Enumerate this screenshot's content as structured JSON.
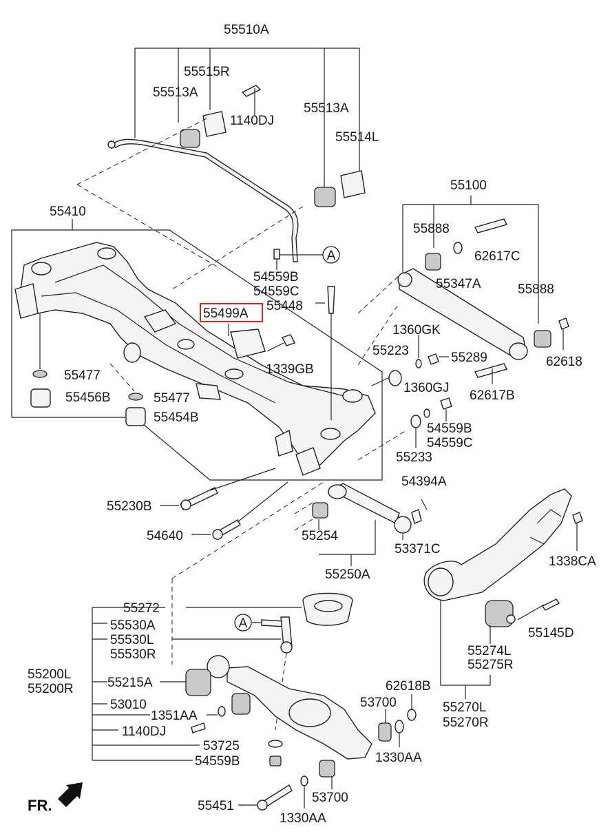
{
  "labels": {
    "p55510A": "55510A",
    "p55515R": "55515R",
    "p55513A_1": "55513A",
    "p1140DJ_top": "1140DJ",
    "p55513A_2": "55513A",
    "p55514L": "55514L",
    "p55410": "55410",
    "p55100": "55100",
    "p55888_1": "55888",
    "p62617C": "62617C",
    "p55347A": "55347A",
    "p55888_2": "55888",
    "p54559B_top": "54559B",
    "p54559C_top": "54559C",
    "p55448": "55448",
    "p55499A": "55499A",
    "p1360GK": "1360GK",
    "p55223": "55223",
    "p55289": "55289",
    "p62618_top": "62618",
    "p1339GB": "1339GB",
    "p55477_1": "55477",
    "p55456B": "55456B",
    "p55477_2": "55477",
    "p55454B": "55454B",
    "p1360GJ": "1360GJ",
    "p62617B": "62617B",
    "p54559B_mid": "54559B",
    "p54559C_mid": "54559C",
    "p55233": "55233",
    "p54394A": "54394A",
    "p55230B": "55230B",
    "p54640": "54640",
    "p55254": "55254",
    "p53371C": "53371C",
    "p1338CA": "1338CA",
    "p55250A": "55250A",
    "p55272": "55272",
    "p55530A": "55530A",
    "p55530L": "55530L",
    "p55530R": "55530R",
    "p55145D": "55145D",
    "p55274L": "55274L",
    "p55275R": "55275R",
    "p55200L": "55200L",
    "p55200R": "55200R",
    "p55215A": "55215A",
    "p62618B": "62618B",
    "p53010": "53010",
    "p53700_1": "53700",
    "p1351AA": "1351AA",
    "p55270L": "55270L",
    "p55270R": "55270R",
    "p1140DJ_bot": "1140DJ",
    "p1330AA_1": "1330AA",
    "p53725": "53725",
    "p54559B_bot": "54559B",
    "p55451": "55451",
    "p53700_2": "53700",
    "p1330AA_2": "1330AA",
    "callout_A_1": "A",
    "callout_A_2": "A",
    "fr": "FR."
  },
  "highlight_color": "#e02020"
}
